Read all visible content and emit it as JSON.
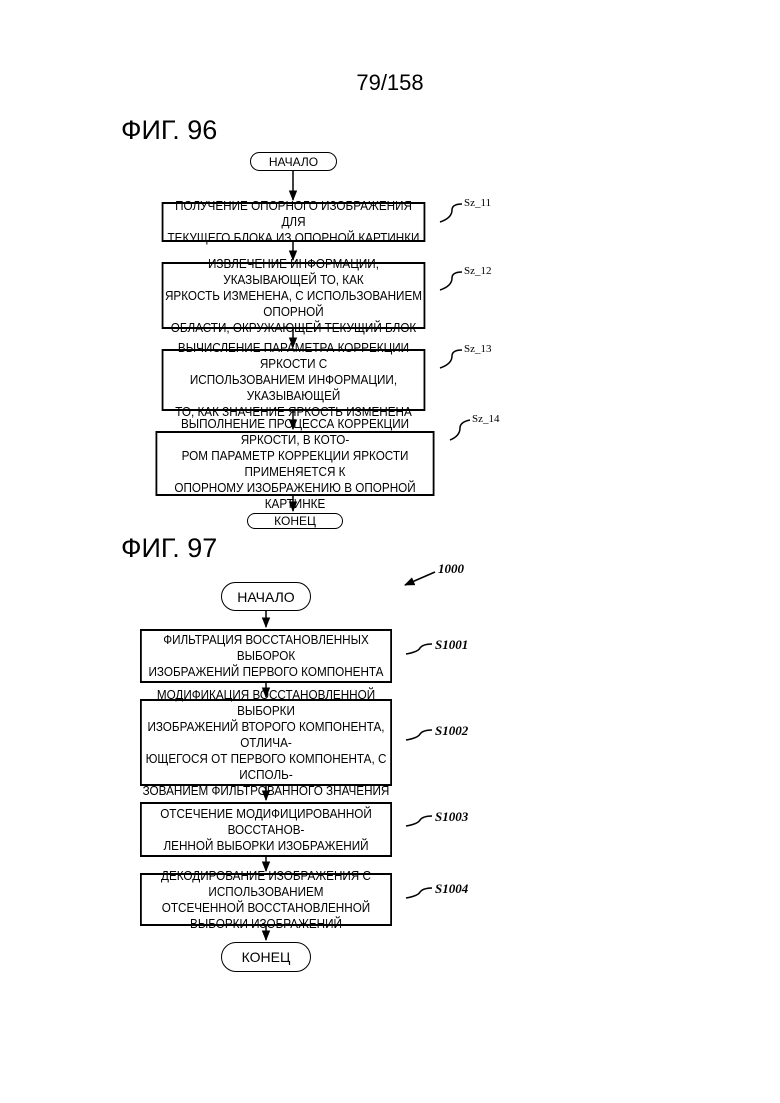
{
  "page_number": "79/158",
  "fig96": {
    "title": "ФИГ. 96",
    "start": "НАЧАЛО",
    "end": "КОНЕЦ",
    "steps": [
      {
        "label": "Sz_11",
        "text": "ПОЛУЧЕНИЕ ОПОРНОГО ИЗОБРАЖЕНИЯ ДЛЯ\nТЕКУЩЕГО БЛОКА ИЗ ОПОРНОЙ КАРТИНКИ"
      },
      {
        "label": "Sz_12",
        "text": "ИЗВЛЕЧЕНИЕ ИНФОРМАЦИИ, УКАЗЫВАЮЩЕЙ ТО, КАК\nЯРКОСТЬ ИЗМЕНЕНА, С ИСПОЛЬЗОВАНИЕМ ОПОРНОЙ\nОБЛАСТИ, ОКРУЖАЮЩЕЙ ТЕКУЩИЙ БЛОК"
      },
      {
        "label": "Sz_13",
        "text": "ВЫЧИСЛЕНИЕ ПАРАМЕТРА КОРРЕКЦИИ ЯРКОСТИ С\nИСПОЛЬЗОВАНИЕМ ИНФОРМАЦИИ, УКАЗЫВАЮЩЕЙ\nТО, КАК ЗНАЧЕНИЕ ЯРКОСТЬ ИЗМЕНЕНА"
      },
      {
        "label": "Sz_14",
        "text": "ВЫПОЛНЕНИЕ ПРОЦЕССА КОРРЕКЦИИ ЯРКОСТИ, В КОТО-\nРОМ ПАРАМЕТР КОРРЕКЦИИ ЯРКОСТИ ПРИМЕНЯЕТСЯ К\nОПОРНОМУ ИЗОБРАЖЕНИЮ В ОПОРНОЙ КАРТИНКЕ"
      }
    ]
  },
  "fig97": {
    "title": "ФИГ. 97",
    "ref": "1000",
    "start": "НАЧАЛО",
    "end": "КОНЕЦ",
    "steps": [
      {
        "label": "S1001",
        "text": "ФИЛЬТРАЦИЯ ВОССТАНОВЛЕННЫХ ВЫБОРОК\nИЗОБРАЖЕНИЙ ПЕРВОГО КОМПОНЕНТА"
      },
      {
        "label": "S1002",
        "text": "МОДИФИКАЦИЯ ВОССТАНОВЛЕННОЙ ВЫБОРКИ\nИЗОБРАЖЕНИЙ ВТОРОГО КОМПОНЕНТА, ОТЛИЧА-\nЮЩЕГОСЯ ОТ ПЕРВОГО КОМПОНЕНТА, С ИСПОЛЬ-\nЗОВАНИЕМ ФИЛЬТРОВАННОГО ЗНАЧЕНИЯ"
      },
      {
        "label": "S1003",
        "text": "ОТСЕЧЕНИЕ МОДИФИЦИРОВАННОЙ ВОССТАНОВ-\nЛЕННОЙ ВЫБОРКИ ИЗОБРАЖЕНИЙ"
      },
      {
        "label": "S1004",
        "text": "ДЕКОДИРОВАНИЕ ИЗОБРАЖЕНИЯ С ИСПОЛЬЗОВАНИЕМ\nОТСЕЧЕННОЙ ВОССТАНОВЛЕННОЙ ВЫБОРКИ ИЗОБРАЖЕНИЙ"
      }
    ]
  }
}
